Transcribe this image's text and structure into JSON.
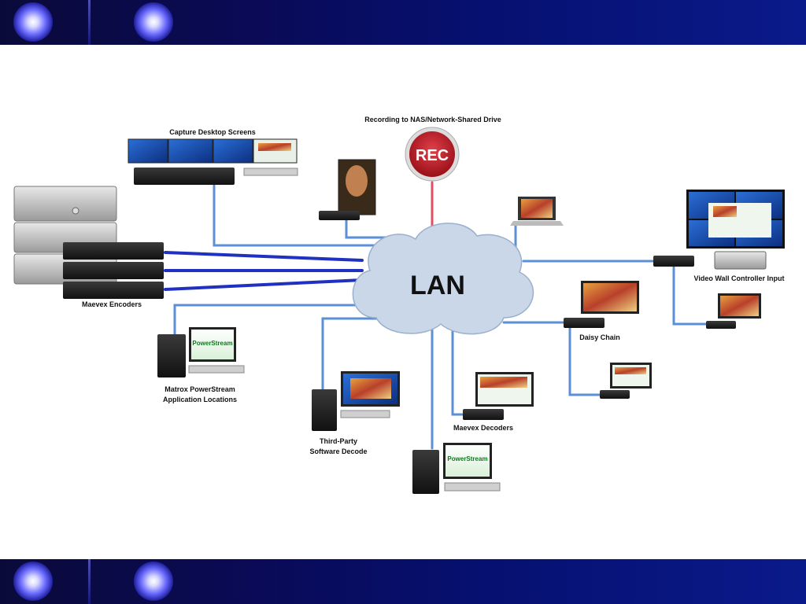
{
  "labels": {
    "capture": "Capture Desktop Screens",
    "recording": "Recording to NAS/Network-Shared Drive",
    "rec": "REC",
    "lan": "LAN",
    "encoders": "Maevex Encoders",
    "videowall": "Video Wall Controller Input",
    "daisy": "Daisy Chain",
    "powerstream_line1": "Matrox PowerStream",
    "powerstream_line2": "Application Locations",
    "thirdparty_line1": "Third-Party",
    "thirdparty_line2": "Software Decode",
    "decoders": "Maevex Decoders",
    "ps_brand": "PowerStream"
  },
  "colors": {
    "band": "#0a0a55",
    "link": "#5b8fd6",
    "encoder_link": "#2030c0",
    "rec_link": "#e05060",
    "cloud": "#c9d7e8",
    "rec_red": "#c8202a"
  }
}
